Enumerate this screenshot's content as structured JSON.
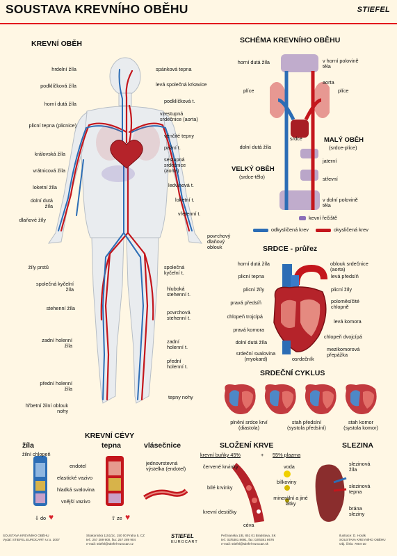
{
  "title": "SOUSTAVA KREVNÍHO OBĚHU",
  "brand": "STIEFEL",
  "colors": {
    "accent": "#e3001b",
    "artery": "#c4161c",
    "vein": "#2c6db5",
    "background": "#fff7e4"
  },
  "body_section": {
    "heading": "KREVNÍ OBĚH",
    "left_labels": [
      "hrdelní žíla",
      "podklíčková žíla",
      "horní dutá žíla",
      "plicní tepna (plicnice)",
      "královská žíla",
      "vrátnicová žíla",
      "loketní žíla",
      "dolní dutá žíla",
      "dlaňové žíly",
      "žíly prstů",
      "společná kyčelní žíla",
      "stehenní žíla",
      "zadní holenní žíla",
      "přední holenní žíla",
      "hřbetní žilní oblouk nohy"
    ],
    "right_labels": [
      "spánková tepna",
      "levá společná krkavice",
      "podklíčková t.",
      "vzestupná srdečnice (aorta)",
      "věnčité tepny",
      "pažní t.",
      "sestupná srdečnice (aorta)",
      "ledvinová t.",
      "loketní t.",
      "vřetenní t.",
      "povrchový dlaňový oblouk",
      "společná kyčelní t.",
      "hluboká stehenní t.",
      "povrchová stehenní t.",
      "zadní holenní t.",
      "přední holenní t.",
      "tepny nohy"
    ]
  },
  "schema_section": {
    "heading": "SCHÉMA KREVNÍHO OBĚHU",
    "labels": [
      "horní dutá žíla",
      "v horní polovině těla",
      "aorta",
      "plíce",
      "plíce",
      "dolní dutá žíla",
      "srdce",
      "jaterní",
      "střevní",
      "v dolní polovině těla",
      "kevní řečiště"
    ],
    "maly_obeh": "MALÝ OBĚH",
    "maly_obeh_sub": "(srdce-plíce)",
    "velky_obeh": "VELKÝ OBĚH",
    "velky_obeh_sub": "(srdce-tělo)",
    "legend_deoxy": "odkysličená krev",
    "legend_oxy": "okysličená krev"
  },
  "heart_section": {
    "heading": "SRDCE - průřez",
    "left_labels": [
      "horní dutá žíla",
      "plicní tepna",
      "plicní žíly",
      "pravá předsíň",
      "chlopeň trojcípá",
      "pravá komora",
      "dolní dutá žíla",
      "srdeční svalovina (myokard)"
    ],
    "bottom_label": "osrdečník",
    "right_labels": [
      "oblouk srdečnice (aorta)",
      "levá předsíň",
      "plicní žíly",
      "poloměsíčité chlopně",
      "levá komora",
      "chlopeň dvojcípá",
      "mezikomorová přepážka"
    ]
  },
  "cycle_section": {
    "heading": "SRDEČNÍ CYKLUS",
    "captions": [
      {
        "line1": "plnění srdce krví",
        "line2": "(diastola)"
      },
      {
        "line1": "stah předsíní",
        "line2": "(systola předsíní)"
      },
      {
        "line1": "stah komor",
        "line2": "(systola komor)"
      }
    ]
  },
  "vessels_section": {
    "heading": "KREVNÍ CÉVY",
    "col_vein": "žíla",
    "col_artery": "tepna",
    "col_capillary": "vlásečnice",
    "labels": [
      "žilní chlopeň",
      "endotel",
      "elastické vazivo",
      "hladká svalovina",
      "vnější vazivo"
    ],
    "capillary_label": "jednovrstevná výstelka (endotel)",
    "to_label": "do",
    "from_label": "ze"
  },
  "blood_section": {
    "heading": "SLOŽENÍ KRVE",
    "cells_label": "krevní buňky 45%",
    "plus": "+",
    "plasma_label": "55% plazma",
    "items_left": [
      "červené krvinky",
      "bílé krvinky",
      "krevní destičky"
    ],
    "items_right": [
      "voda",
      "bílkoviny",
      "minerální a jiné látky"
    ],
    "vessel_label": "céva"
  },
  "spleen_section": {
    "heading": "SLEZINA",
    "labels": [
      "slezinová žíla",
      "slezinová tepna",
      "brána sleziny"
    ]
  },
  "footer": {
    "col1": [
      "SOUSTAVA KREVNÍHO OBĚHU",
      "Vydal: STIEFEL EUROCART s.r.o. 2007"
    ],
    "col2": [
      "Strakonická 1151/2c, 150 00 Praha 5, CZ",
      "tel.: 257 289 900, fax: 257 289 904",
      "e-mail: stiefel@stiefel-eurocart.cz"
    ],
    "col3_brand": "STIEFEL",
    "col3_sub": "EUROCART",
    "col4": [
      "Pečnianska 1/B, 851 01 Bratislava, SK",
      "tel.: 02/6381 8691, fax: 02/6381 8676",
      "e-mail: stiefel@stiefel-eurocart.sk"
    ],
    "col5": [
      "Ilustrace: D. Horák",
      "SOUSTAVA KREVNÍHO OBĚHU",
      "Obj. číslo: 7004-10"
    ]
  }
}
